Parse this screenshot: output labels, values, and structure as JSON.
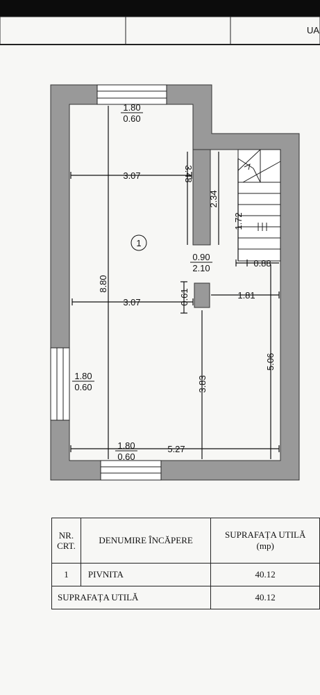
{
  "header": {
    "cell3_text": "UA"
  },
  "room_number": "1",
  "dimensions": {
    "window_top": {
      "width": "1.80",
      "height": "0.60"
    },
    "window_left": {
      "width": "1.80",
      "height": "0.60"
    },
    "window_bottom": {
      "width": "1.80",
      "height": "0.60"
    },
    "door": {
      "width": "0.90",
      "height": "2.10"
    },
    "width_top": "3.07",
    "width_mid": "3.07",
    "width_total": "5.27",
    "width_right": "1.81",
    "stair_width": "0.88",
    "height_total": "8.80",
    "height_wall_segment": "3.48",
    "height_niche": "2.34",
    "height_stair": "1.72",
    "height_right": "5.06",
    "height_lower": "3.83",
    "column_depth": "0.61"
  },
  "table": {
    "headers": {
      "nr": "NR.",
      "crt": "CRT.",
      "name": "DENUMIRE ÎNCĂPERE",
      "area": "SUPRAFAȚA UTILĂ",
      "unit": "(mp)"
    },
    "rows": [
      {
        "nr": "1",
        "name": "PIVNITA",
        "area": "40.12"
      }
    ],
    "total": {
      "label": "SUPRAFAȚA UTILĂ",
      "value": "40.12"
    }
  }
}
